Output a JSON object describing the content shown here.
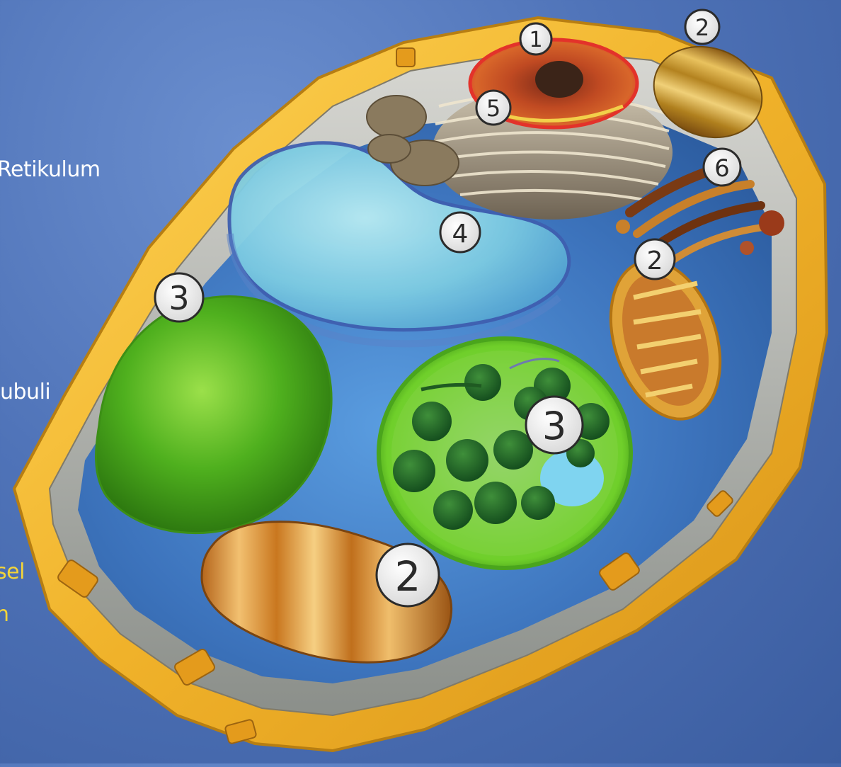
{
  "side_labels": {
    "retikulum": "Retikulum",
    "tubuli": "ubuli",
    "partial_1": "sel",
    "partial_2": "n"
  },
  "markers": {
    "m1": "1",
    "m2_top": "2",
    "m5": "5",
    "m6": "6",
    "m2_right": "2",
    "m4": "4",
    "m3_left": "3",
    "m3_center": "3",
    "m2_bottom": "2"
  },
  "colors": {
    "background": "#4f73b8",
    "cell_wall": "#f2b728",
    "cytoplasm": "#3f78c2",
    "vacuole": "#8fd6e8",
    "chloroplast": "#6fcf2a",
    "mitochondrion": "#d98a2a",
    "nucleus": "#c2371f",
    "label_white": "#ffffff",
    "label_yellow": "#f2d43a"
  }
}
